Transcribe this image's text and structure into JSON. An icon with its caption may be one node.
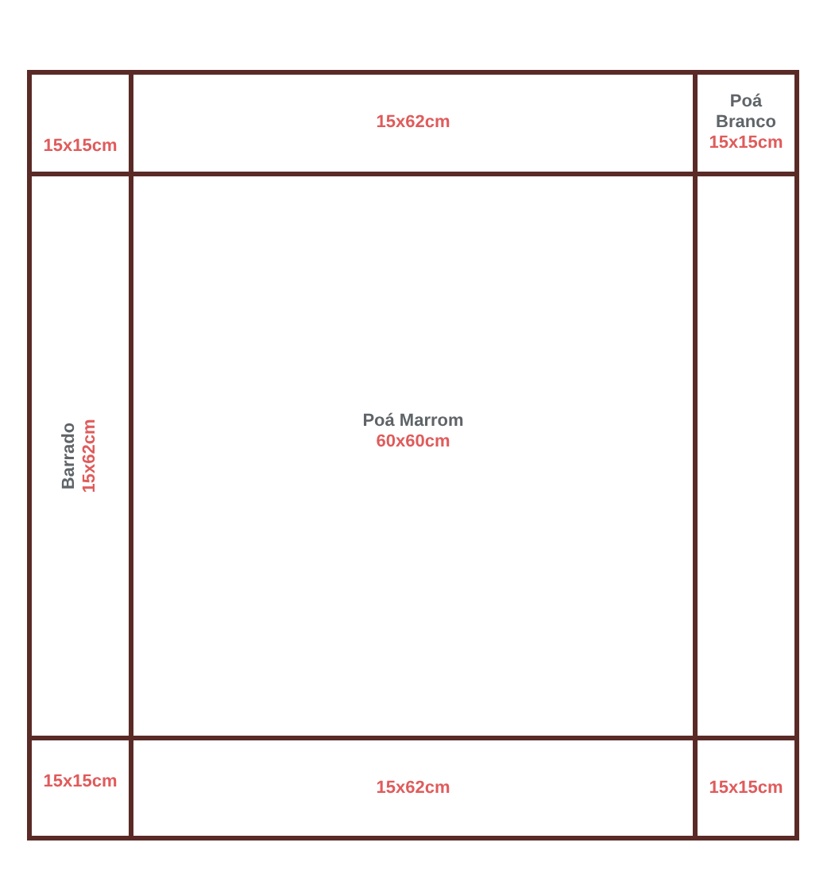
{
  "diagram": {
    "nodes": [
      {
        "text": [
          "15x15cm"
        ]
      },
      {
        "text": [
          "15x62cm"
        ]
      },
      {
        "text": [
          "Poá Branco",
          "15x15cm"
        ]
      },
      {
        "text": [
          "Barrado",
          "15x62cm"
        ]
      },
      {
        "text": [
          "Poá Marrom",
          "60x60cm"
        ]
      },
      {
        "text": [],
        "shape": "box"
      },
      {
        "text": [
          "15x15cm"
        ]
      },
      {
        "text": [
          "15x62cm"
        ]
      },
      {
        "text": [
          "15x15cm"
        ]
      }
    ]
  }
}
